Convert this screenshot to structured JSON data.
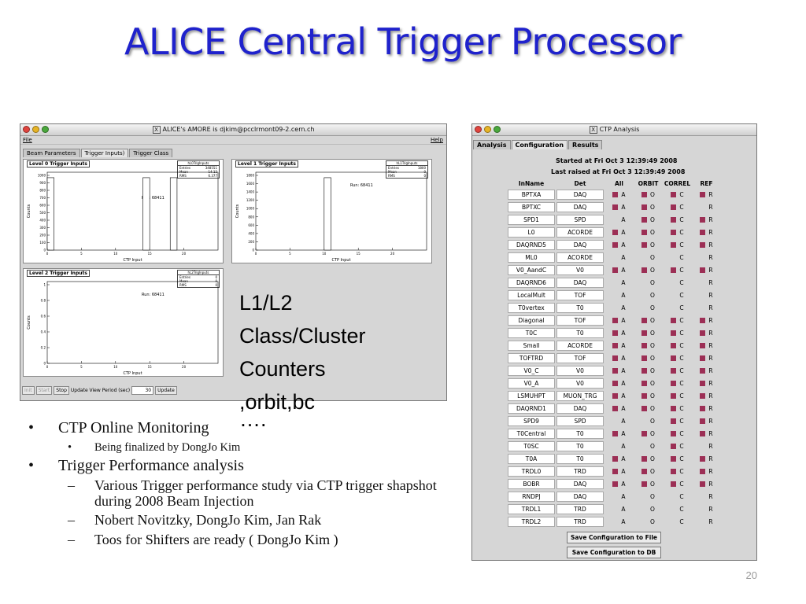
{
  "slide": {
    "title": "ALICE Central Trigger Processor",
    "overlay_lines": [
      "L1/L2",
      "Class/Cluster",
      "Counters",
      ",orbit,bc",
      "…."
    ],
    "page_number": "20",
    "bullets": [
      {
        "level": 1,
        "marker": "•",
        "text": "CTP Online Monitoring"
      },
      {
        "level": 2,
        "marker": "•",
        "text": "Being finalized by DongJo Kim"
      },
      {
        "level": 1,
        "marker": "•",
        "text": "Trigger Performance analysis"
      },
      {
        "level": 3,
        "marker": "–",
        "text": "Various Trigger performance study via CTP trigger shapshot during 2008 Beam Injection"
      },
      {
        "level": 3,
        "marker": "–",
        "text": "Nobert Novitzky, DongJo Kim, Jan Rak"
      },
      {
        "level": 3,
        "marker": "–",
        "text": "Toos for Shifters are ready ( DongJo Kim )"
      }
    ]
  },
  "amore": {
    "window_title": "ALICE's AMORE is djkim@pcclrmont09-2.cern.ch",
    "x_glyph": "X",
    "menu_file": "File",
    "menu_help": "Help",
    "tabs": [
      "Beam Parameters",
      "Trigger Inputs)",
      "Trigger Class"
    ],
    "plots": [
      {
        "title": "Level 0 Trigger Inputs",
        "stat_header": "hL0TrigInputs",
        "stats": [
          [
            "Entries",
            "348551"
          ],
          [
            "Mean",
            "14.12"
          ],
          [
            "RMS",
            "6.377"
          ]
        ],
        "run": "Run: 68411",
        "xlabel": "CTP Input",
        "ylabel": "Counts",
        "yticks": [
          "1000",
          "900",
          "800",
          "700",
          "600",
          "500",
          "400",
          "300",
          "200",
          "100",
          "0"
        ],
        "xticks": [
          "0",
          "5",
          "10",
          "15",
          "20"
        ]
      },
      {
        "title": "Level 1 Trigger Inputs",
        "stat_header": "hL1TrigInputs",
        "stats": [
          [
            "Entries",
            "1800"
          ],
          [
            "Mean",
            "0"
          ],
          [
            "RMS",
            "0"
          ]
        ],
        "run": "Run: 68411",
        "xlabel": "CTP Input",
        "ylabel": "Counts",
        "yticks": [
          "1800",
          "1600",
          "1400",
          "1200",
          "1000",
          "800",
          "600",
          "400",
          "200",
          "0"
        ],
        "xticks": [
          "0",
          "5",
          "10",
          "15",
          "20"
        ]
      },
      {
        "title": "Level 2 Trigger Inputs",
        "stat_header": "hL2TrigInputs",
        "stats": [
          [
            "Entries",
            "0"
          ],
          [
            "Mean",
            "0"
          ],
          [
            "RMS",
            "0"
          ]
        ],
        "run": "Run: 68411",
        "xlabel": "CTP Input",
        "ylabel": "Counts",
        "yticks": [
          "1",
          "0.8",
          "0.6",
          "0.4",
          "0.2",
          "0"
        ],
        "xticks": [
          "0",
          "5",
          "10",
          "15",
          "20"
        ]
      }
    ],
    "bottom": {
      "init": "Init",
      "start": "Start",
      "stop": "Stop",
      "update_label": "Update View Period (sec)",
      "period": "30",
      "update": "Update"
    }
  },
  "ctp": {
    "window_title": "CTP Analysis",
    "x_glyph": "X",
    "tabs": [
      "Analysis",
      "Configuration",
      "Results"
    ],
    "started": "Started at Fri Oct  3 12:39:49 2008",
    "last_raised": "Last raised at Fri Oct  3 12:39:49 2008",
    "headers": [
      "InName",
      "Det",
      "All",
      "ORBIT",
      "CORREL",
      "REF"
    ],
    "flag_letters": [
      "A",
      "O",
      "C",
      "R"
    ],
    "rows": [
      {
        "name": "BPTXA",
        "det": "DAQ",
        "flags": [
          1,
          1,
          1,
          1
        ]
      },
      {
        "name": "BPTXC",
        "det": "DAQ",
        "flags": [
          1,
          1,
          1,
          0
        ]
      },
      {
        "name": "SPD1",
        "det": "SPD",
        "flags": [
          0,
          1,
          1,
          1
        ]
      },
      {
        "name": "L0",
        "det": "ACORDE",
        "flags": [
          1,
          1,
          1,
          1
        ]
      },
      {
        "name": "DAQRND5",
        "det": "DAQ",
        "flags": [
          1,
          1,
          1,
          1
        ]
      },
      {
        "name": "ML0",
        "det": "ACORDE",
        "flags": [
          0,
          0,
          0,
          0
        ]
      },
      {
        "name": "V0_AandC",
        "det": "V0",
        "flags": [
          1,
          1,
          1,
          1
        ]
      },
      {
        "name": "DAQRND6",
        "det": "DAQ",
        "flags": [
          0,
          0,
          0,
          0
        ]
      },
      {
        "name": "LocalMult",
        "det": "TOF",
        "flags": [
          0,
          0,
          0,
          0
        ]
      },
      {
        "name": "T0vertex",
        "det": "T0",
        "flags": [
          0,
          0,
          0,
          0
        ]
      },
      {
        "name": "Diagonal",
        "det": "TOF",
        "flags": [
          1,
          1,
          1,
          1
        ]
      },
      {
        "name": "T0C",
        "det": "T0",
        "flags": [
          1,
          1,
          1,
          1
        ]
      },
      {
        "name": "Small",
        "det": "ACORDE",
        "flags": [
          1,
          1,
          1,
          1
        ]
      },
      {
        "name": "TOFTRD",
        "det": "TOF",
        "flags": [
          1,
          1,
          1,
          1
        ]
      },
      {
        "name": "V0_C",
        "det": "V0",
        "flags": [
          1,
          1,
          1,
          1
        ]
      },
      {
        "name": "V0_A",
        "det": "V0",
        "flags": [
          1,
          1,
          1,
          1
        ]
      },
      {
        "name": "LSMUHPT",
        "det": "MUON_TRG",
        "flags": [
          1,
          1,
          1,
          1
        ]
      },
      {
        "name": "DAQRND1",
        "det": "DAQ",
        "flags": [
          1,
          1,
          1,
          1
        ]
      },
      {
        "name": "SPD9",
        "det": "SPD",
        "flags": [
          0,
          0,
          1,
          1
        ]
      },
      {
        "name": "T0Central",
        "det": "T0",
        "flags": [
          1,
          1,
          1,
          1
        ]
      },
      {
        "name": "T0SC",
        "det": "T0",
        "flags": [
          0,
          0,
          1,
          0
        ]
      },
      {
        "name": "T0A",
        "det": "T0",
        "flags": [
          1,
          1,
          1,
          1
        ]
      },
      {
        "name": "TRDL0",
        "det": "TRD",
        "flags": [
          1,
          1,
          1,
          1
        ]
      },
      {
        "name": "BOBR",
        "det": "DAQ",
        "flags": [
          1,
          1,
          1,
          1
        ]
      },
      {
        "name": "RNDPJ",
        "det": "DAQ",
        "flags": [
          0,
          0,
          0,
          0
        ]
      },
      {
        "name": "TRDL1",
        "det": "TRD",
        "flags": [
          0,
          0,
          0,
          0
        ]
      },
      {
        "name": "TRDL2",
        "det": "TRD",
        "flags": [
          0,
          0,
          0,
          0
        ]
      }
    ],
    "save_file": "Save Configuration to File",
    "save_db": "Save Configuration to DB"
  }
}
